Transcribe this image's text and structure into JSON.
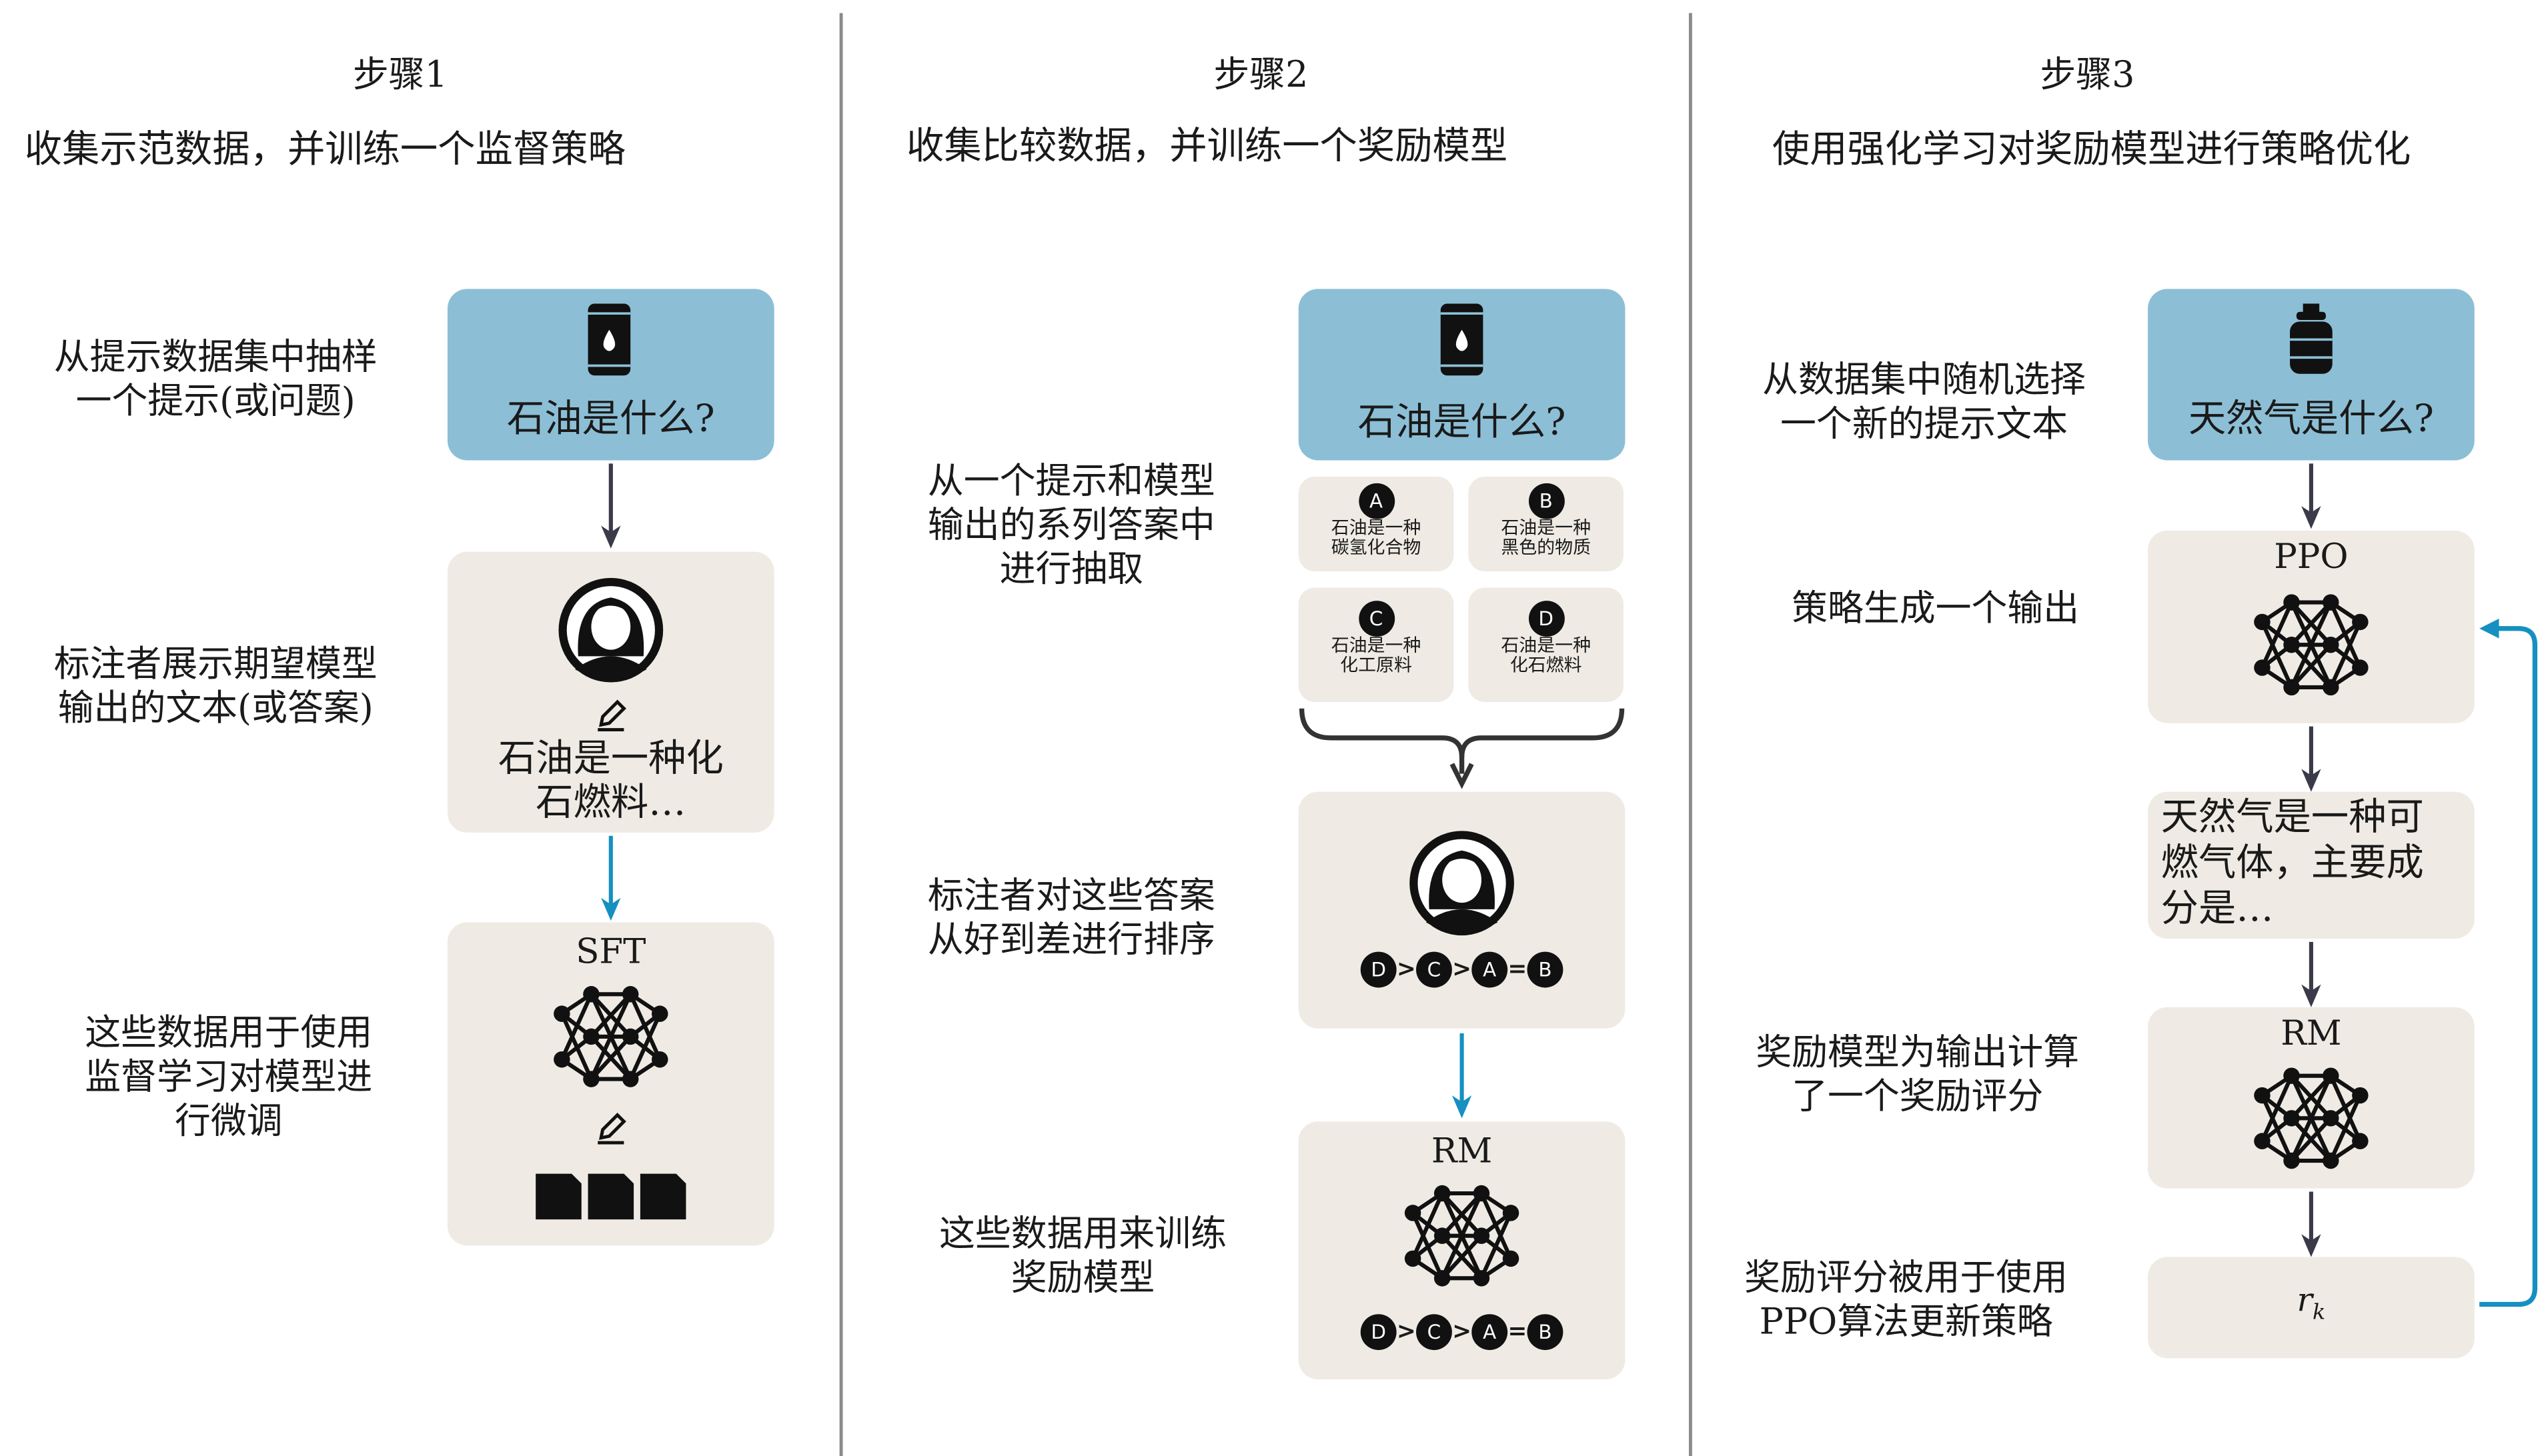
{
  "colors": {
    "prompt_box": "#8cbfd6",
    "card": "#efebe4",
    "arrow_dark": "#3a3a48",
    "arrow_blue": "#1590c0"
  },
  "step1": {
    "title": "步骤1",
    "subtitle": "收集示范数据，并训练一个监督策略",
    "label_sample": [
      "从提示数据集中抽样",
      "一个提示(或问题)"
    ],
    "label_demo": [
      "标注者展示期望模型",
      "输出的文本(或答案)"
    ],
    "label_train": [
      "这些数据用于使用",
      "监督学习对模型进",
      "行微调"
    ],
    "prompt": "石油是什么?",
    "prompt_icon": "oil-barrel-icon",
    "demo_answer": [
      "石油是一种化",
      "石燃料…"
    ],
    "model_label": "SFT"
  },
  "step2": {
    "title": "步骤2",
    "subtitle": "收集比较数据，并训练一个奖励模型",
    "label_sample": [
      "从一个提示和模型",
      "输出的系列答案中",
      "进行抽取"
    ],
    "label_rank": [
      "标注者对这些答案",
      "从好到差进行排序"
    ],
    "label_train": [
      "这些数据用来训练",
      "奖励模型"
    ],
    "prompt": "石油是什么?",
    "answers": [
      {
        "id": "A",
        "text": [
          "石油是一种",
          "碳氢化合物"
        ]
      },
      {
        "id": "B",
        "text": [
          "石油是一种",
          "黑色的物质"
        ]
      },
      {
        "id": "C",
        "text": [
          "石油是一种",
          "化工原料"
        ]
      },
      {
        "id": "D",
        "text": [
          "石油是一种",
          "化石燃料"
        ]
      }
    ],
    "ranking": [
      "D",
      ">",
      "C",
      ">",
      "A",
      "=",
      "B"
    ],
    "model_label": "RM"
  },
  "step3": {
    "title": "步骤3",
    "subtitle": "使用强化学习对奖励模型进行策略优化",
    "label_sample": [
      "从数据集中随机选择",
      "一个新的提示文本"
    ],
    "label_policy": "策略生成一个输出",
    "label_reward": [
      "奖励模型为输出计算",
      "了一个奖励评分"
    ],
    "label_update": [
      "奖励评分被用于使用",
      "PPO算法更新策略"
    ],
    "prompt": "天然气是什么?",
    "prompt_icon": "gas-tank-icon",
    "policy_label": "PPO",
    "output": [
      "天然气是一种可",
      "燃气体，主要成",
      "分是…"
    ],
    "model_label": "RM",
    "reward": "r",
    "reward_sub": "k"
  }
}
